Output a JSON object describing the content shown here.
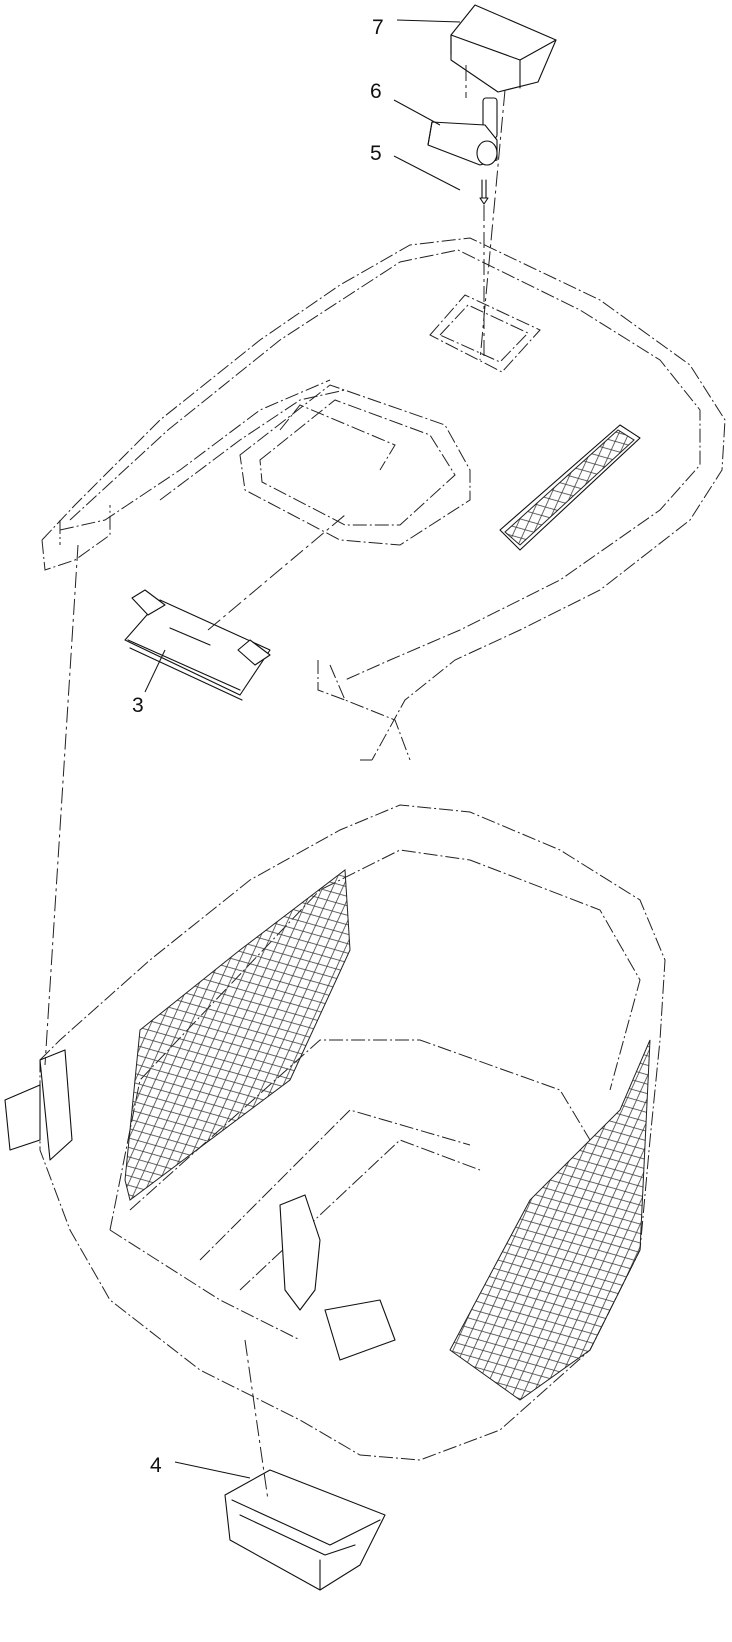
{
  "callouts": [
    {
      "id": "3",
      "label": "3"
    },
    {
      "id": "4",
      "label": "4"
    },
    {
      "id": "5",
      "label": "5"
    },
    {
      "id": "6",
      "label": "6"
    },
    {
      "id": "7",
      "label": "7"
    }
  ]
}
